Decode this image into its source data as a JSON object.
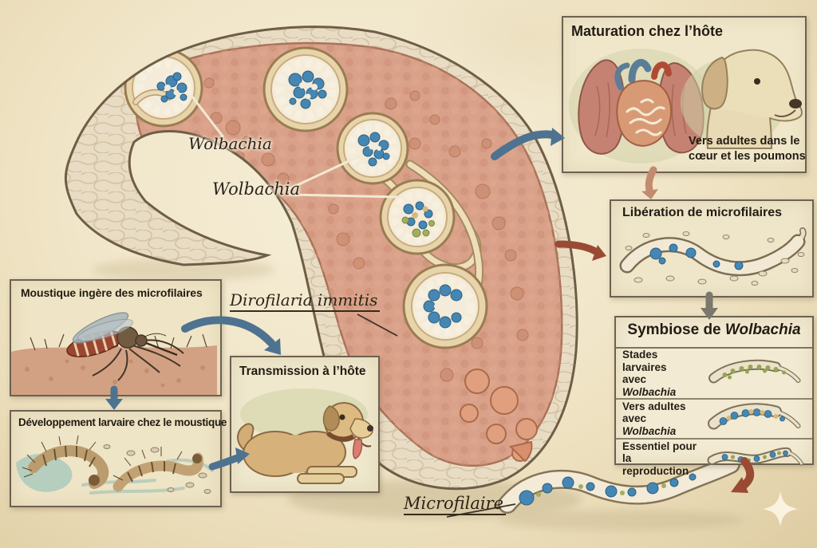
{
  "labels": {
    "wolbachia_upper": "Wolbachia",
    "wolbachia_lower": "Wolbachia",
    "dirofilaria": "Dirofilaria immitis",
    "microfilaire": "Microfilaire"
  },
  "boxes": {
    "maturation": {
      "title": "Maturation chez l’hôte",
      "caption_line1": "Vers adultes dans le",
      "caption_line2": "cœur et les poumons"
    },
    "liberation": {
      "title": "Libération de microfilaires"
    },
    "symbiose": {
      "title_prefix": "Symbiose de ",
      "title_italic": "Wolbachia",
      "rows": [
        {
          "line1": "Stades larvaires",
          "line2": "avec ",
          "line2_italic": "Wolbachia"
        },
        {
          "line1": "Vers adultes",
          "line2": "avec ",
          "line2_italic": "Wolbachia"
        },
        {
          "line1": "Essentiel pour",
          "line2": "la reproduction",
          "line2_italic": ""
        }
      ]
    },
    "moustique": {
      "title": "Moustique ingère des microfilaires"
    },
    "developpement": {
      "title": "Développement larvaire chez le moustique"
    },
    "transmission": {
      "title": "Transmission à l’hôte"
    }
  },
  "colors": {
    "parchment": "#efe4c8",
    "arrow_blue": "#4e7391",
    "arrow_salmon": "#c28a6e",
    "arrow_red": "#9a4a33",
    "arrow_gray": "#7b776c",
    "wolbachia_blue": "#4587b2",
    "worm_body": "#e8dcc4",
    "worm_interior": "#d9a189"
  }
}
